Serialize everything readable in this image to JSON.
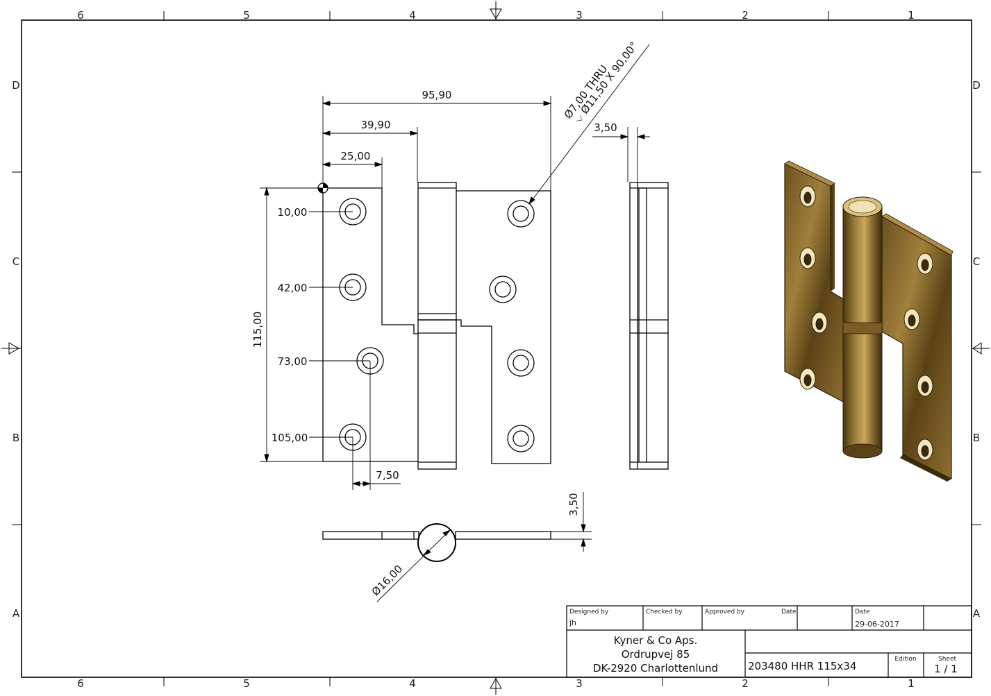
{
  "zones": {
    "columns": [
      "6",
      "5",
      "4",
      "3",
      "2",
      "1"
    ],
    "rows": [
      "D",
      "C",
      "B",
      "A"
    ]
  },
  "dimensions": {
    "width_total": "95,90",
    "width_mid": "39,90",
    "width_left": "25,00",
    "height_total": "115,00",
    "hole_1": "10,00",
    "hole_2": "42,00",
    "hole_3": "73,00",
    "hole_4": "105,00",
    "hole_offset": "7,50",
    "thickness_side": "3,50",
    "thickness_bottom": "3,50",
    "pin_diameter": "Ø16,00",
    "hole_callout_line1": "Ø7,00 THRU",
    "hole_callout_line2": "⌵ Ø11,50 X 90,00°"
  },
  "title_block": {
    "designed_by_label": "Designed by",
    "designed_by_value": "jh",
    "checked_by_label": "Checked by",
    "approved_by_label": "Approved by",
    "date_label_1": "Date",
    "date_label_2": "Date",
    "date_value": "29-06-2017",
    "company_name": "Kyner & Co Aps.",
    "company_street": "Ordrupvej 85",
    "company_city": "DK-2920 Charlottenlund",
    "part_title": "203480 HHR 115x34",
    "edition_label": "Edition",
    "sheet_label": "Sheet",
    "sheet_value": "1 / 1"
  },
  "colors": {
    "line": "#000000",
    "brass_dark": "#4a3614",
    "brass_mid": "#8a6a2c",
    "brass_light": "#c9a75c"
  }
}
